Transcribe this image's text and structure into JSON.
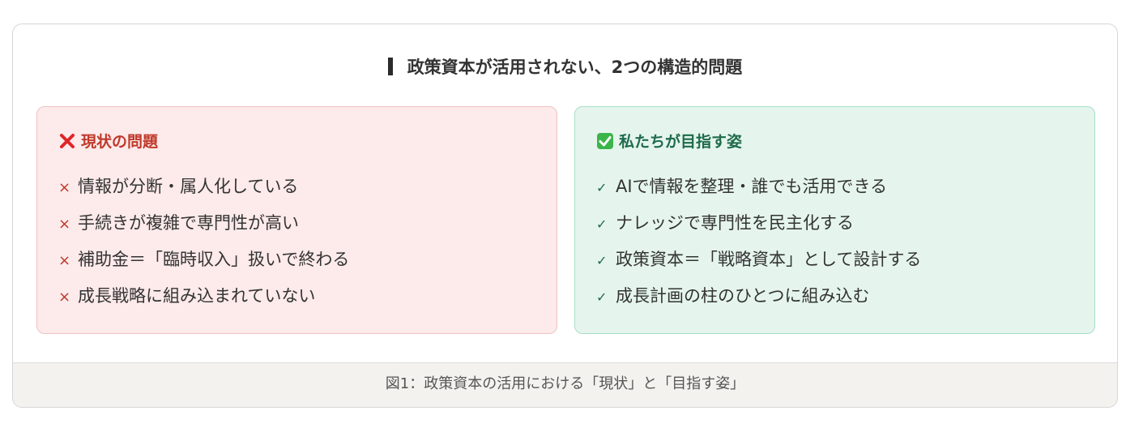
{
  "figure": {
    "title": "政策資本が活用されない、2つの構造的問題",
    "caption": "図1：政策資本の活用における「現状」と「目指す姿」"
  },
  "problems": {
    "heading": "現状の問題",
    "icon": "red-cross-icon",
    "accent_color": "#c0392b",
    "items": [
      {
        "mark": "×",
        "text": "情報が分断・属人化している"
      },
      {
        "mark": "×",
        "text": "手続きが複雑で専門性が高い"
      },
      {
        "mark": "×",
        "text": "補助金＝「臨時収入」扱いで終わる"
      },
      {
        "mark": "×",
        "text": "成長戦略に組み込まれていない"
      }
    ]
  },
  "goals": {
    "heading": "私たちが目指す姿",
    "icon": "green-check-box-icon",
    "accent_color": "#1e6b4a",
    "items": [
      {
        "mark": "✓",
        "text": "AIで情報を整理・誰でも活用できる"
      },
      {
        "mark": "✓",
        "text": "ナレッジで専門性を民主化する"
      },
      {
        "mark": "✓",
        "text": "政策資本＝「戦略資本」として設計する"
      },
      {
        "mark": "✓",
        "text": "成長計画の柱のひとつに組み込む"
      }
    ]
  }
}
